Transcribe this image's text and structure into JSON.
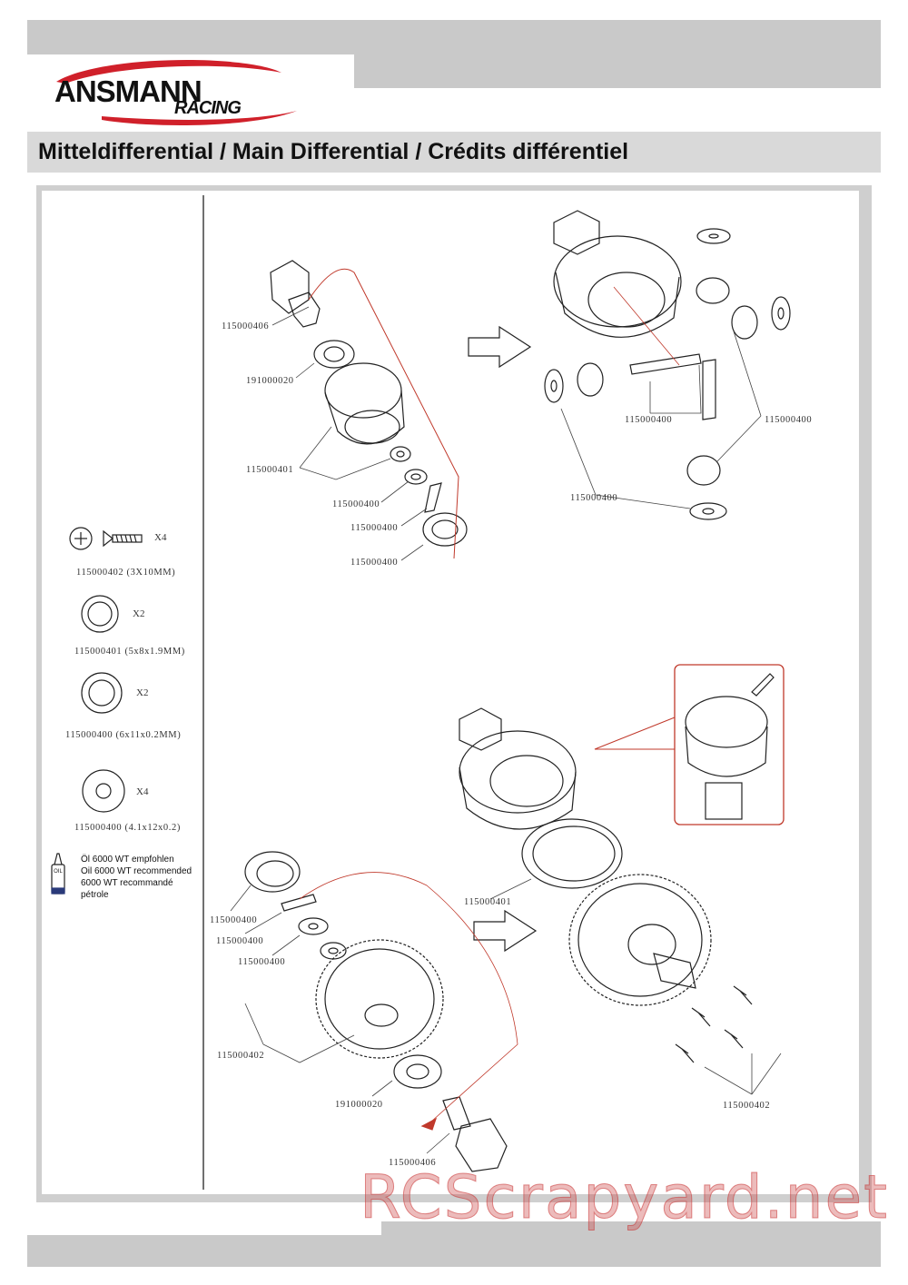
{
  "brand": {
    "name": "ANSMANN",
    "sub": "RACING"
  },
  "title": "Mitteldifferential / Main Differential / Crédits différentiel",
  "parts_list": [
    {
      "code": "115000402 (3X10MM)",
      "qty": "X4",
      "icon": "screw-icon"
    },
    {
      "code": "115000401 (5x8x1.9MM)",
      "qty": "X2",
      "icon": "washer-icon"
    },
    {
      "code": "115000400 (6x11x0.2MM)",
      "qty": "X2",
      "icon": "washer-icon"
    },
    {
      "code": "115000400 (4.1x12x0.2)",
      "qty": "X4",
      "icon": "washer-icon"
    }
  ],
  "oil_note": [
    "Öl 6000 WT empfohlen",
    "Oil 6000 WT recommended",
    "6000 WT recommandé",
    "pétrole"
  ],
  "oil_bottle_label": "OIL",
  "diagram_top": {
    "left_labels": [
      "115000406",
      "191000020",
      "115000401",
      "115000400",
      "115000400",
      "115000400"
    ],
    "right_labels": [
      "115000400",
      "115000400",
      "115000400"
    ]
  },
  "diagram_bottom": {
    "left_labels": [
      "115000400",
      "115000400",
      "115000400",
      "115000402",
      "191000020",
      "115000406"
    ],
    "right_labels": [
      "115000401",
      "115000402"
    ]
  },
  "watermark": "RCScrapyard.net"
}
